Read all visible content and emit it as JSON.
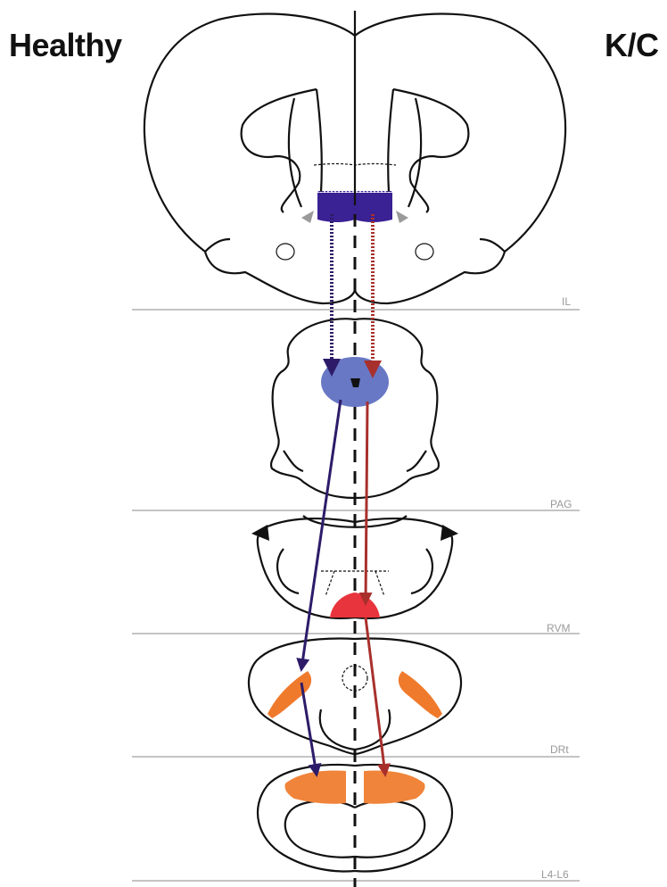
{
  "titles": {
    "left": "Healthy",
    "right": "K/C"
  },
  "levels": [
    {
      "id": "il",
      "label": "IL"
    },
    {
      "id": "pag",
      "label": "PAG"
    },
    {
      "id": "rvm",
      "label": "RVM"
    },
    {
      "id": "drt",
      "label": "DRt"
    },
    {
      "id": "l4l6",
      "label": "L4-L6"
    }
  ],
  "colors": {
    "healthy_pathway": "#2d1b69",
    "kc_pathway": "#a8302c",
    "il_region": "#3a2194",
    "pag_region": "#6878c4",
    "rvm_region": "#e8343c",
    "drt_region": "#f07a2c",
    "spinal_region": "#f0843a",
    "level_line": "#b0b0b0",
    "outline": "#111111"
  }
}
